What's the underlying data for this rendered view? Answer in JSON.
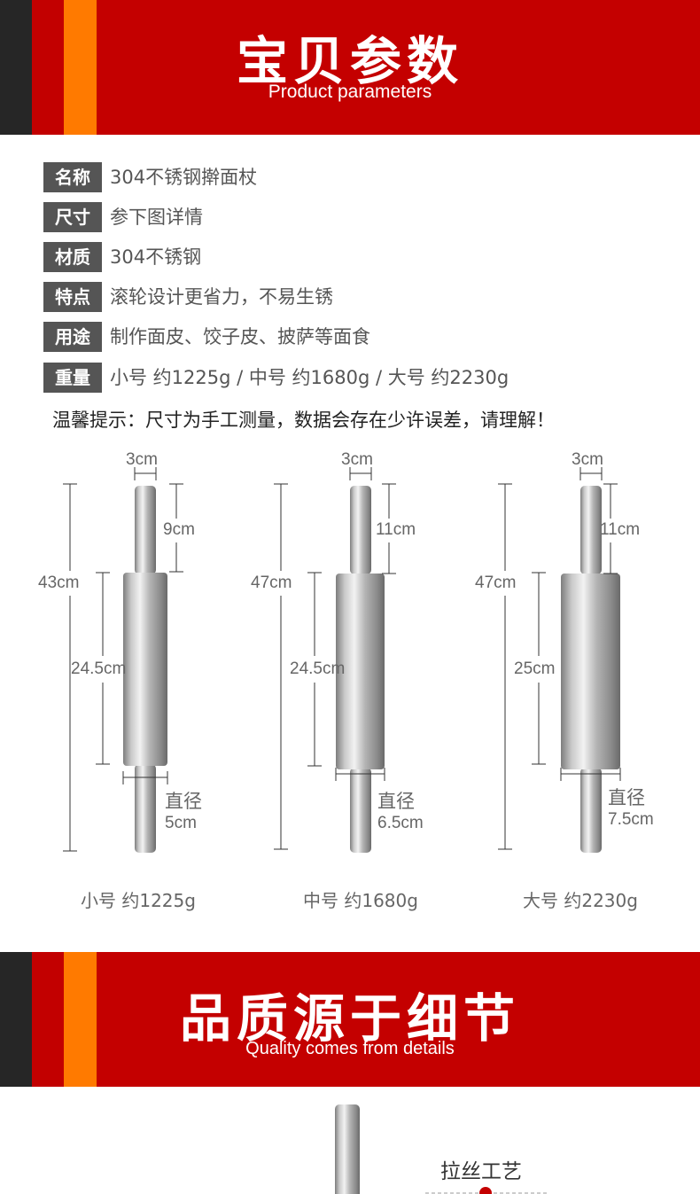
{
  "header1": {
    "title": "宝贝参数",
    "subtitle": "Product parameters"
  },
  "params": [
    {
      "label": "名称",
      "value": "304不锈钢擀面杖"
    },
    {
      "label": "尺寸",
      "value": "参下图详情"
    },
    {
      "label": "材质",
      "value": "304不锈钢"
    },
    {
      "label": "特点",
      "value": "滚轮设计更省力，不易生锈"
    },
    {
      "label": "用途",
      "value": "制作面皮、饺子皮、披萨等面食"
    },
    {
      "label": "重量",
      "value": "小号 约1225g / 中号 约1680g / 大号 约2230g"
    }
  ],
  "tip": "温馨提示：尺寸为手工测量，数据会存在少许误差，请理解！",
  "sizes": [
    {
      "handle_width": "3cm",
      "handle_length": "9cm",
      "total_length": "43cm",
      "roller_length": "24.5cm",
      "diameter_label": "直径",
      "diameter": "5cm",
      "caption": "小号 约1225g"
    },
    {
      "handle_width": "3cm",
      "handle_length": "11cm",
      "total_length": "47cm",
      "roller_length": "24.5cm",
      "diameter_label": "直径",
      "diameter": "6.5cm",
      "caption": "中号 约1680g"
    },
    {
      "handle_width": "3cm",
      "handle_length": "11cm",
      "total_length": "47cm",
      "roller_length": "25cm",
      "diameter_label": "直径",
      "diameter": "7.5cm",
      "caption": "大号 约2230g"
    }
  ],
  "header2": {
    "title": "品质源于细节",
    "subtitle": "Quality comes from details"
  },
  "detail": {
    "label": "拉丝工艺"
  },
  "colors": {
    "banner_red": "#c40000",
    "accent_orange": "#ff7a00",
    "dark_stripe": "#262626",
    "label_bg": "#555555"
  }
}
